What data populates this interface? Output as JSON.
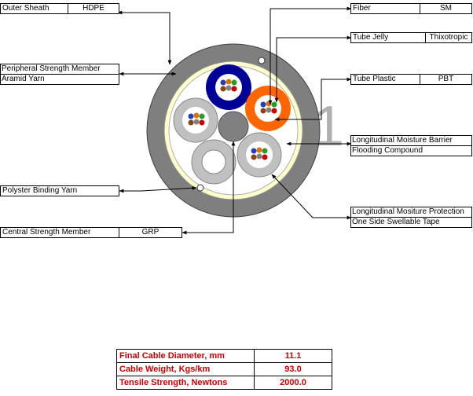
{
  "labels": {
    "outer_sheath": {
      "name": "Outer Sheath",
      "value": "HDPE"
    },
    "fiber": {
      "name": "Fiber",
      "value": "SM"
    },
    "tube_jelly": {
      "name": "Tube Jelly",
      "value": "Thixotropic"
    },
    "tube_plastic": {
      "name": "Tube Plastic",
      "value": "PBT"
    },
    "peripheral_strength": {
      "line1": "Peripheral Strength Member",
      "line2": "Aramid Yarn"
    },
    "moisture_barrier": {
      "line1": "Longitudinal Moisture Barrier",
      "line2": "Flooding Compound"
    },
    "binding_yarn": {
      "name": "Polyster Binding Yarn"
    },
    "moisture_protection": {
      "line1": "Longitudinal Mositure Protection",
      "line2": "One Side Swellable Tape"
    },
    "central_strength": {
      "name": "Central Strength Member",
      "value": "GRP"
    }
  },
  "watermark": "1",
  "colors": {
    "outer_jacket": "#7f7f7f",
    "yellow_ring": "#ffffcc",
    "blue_tube": "#000099",
    "orange_tube": "#ff6600",
    "grey_tube": "#c0c0c0",
    "central_member": "#808080",
    "property_text": "#cc0000"
  },
  "properties": [
    {
      "name": "Final Cable Diameter, mm",
      "value": "11.1"
    },
    {
      "name": "Cable Weight, Kgs/km",
      "value": "93.0"
    },
    {
      "name": "Tensile Strength, Newtons",
      "value": "2000.0"
    }
  ]
}
